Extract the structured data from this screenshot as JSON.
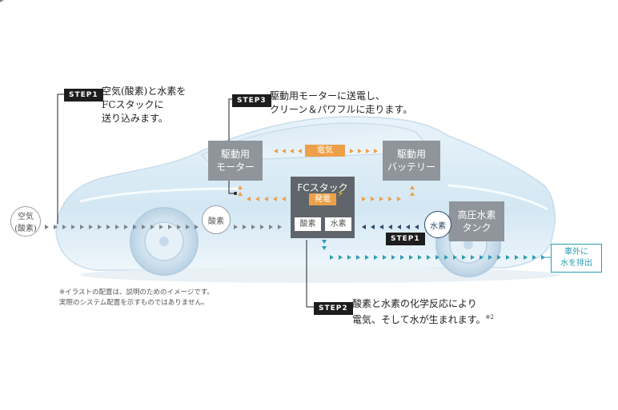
{
  "step1_top": {
    "tag": "STEP1",
    "line1": "空気(酸素)と水素を",
    "line2": "FCスタックに",
    "line3": "送り込みます。"
  },
  "step3": {
    "tag": "STEP3",
    "line1": "駆動用モーターに送電し、",
    "line2": "クリーン＆パワフルに走ります。"
  },
  "step2": {
    "tag": "STEP2",
    "line1": "酸素と水素の化学反応により",
    "line2": "電気、そして水が生まれます。",
    "sup": "※2"
  },
  "step1_right": {
    "tag": "STEP1"
  },
  "motor": {
    "line1": "駆動用",
    "line2": "モーター"
  },
  "battery": {
    "line1": "駆動用",
    "line2": "バッテリー"
  },
  "electricity_label": "電気",
  "fc_stack": {
    "title": "FCスタック",
    "generate": "発電",
    "oxygen": "酸素",
    "hydrogen": "水素"
  },
  "tank": {
    "line1": "高圧水素",
    "line2": "タンク"
  },
  "air_circle": {
    "line1": "空気",
    "line2": "(酸素)"
  },
  "oxygen_circle": "酸素",
  "hydrogen_circle": "水素",
  "outlet": {
    "line1": "車外に",
    "line2": "水を排出"
  },
  "note": {
    "line1": "※イラストの配置は、説明のためのイメージです。",
    "line2": "実際のシステム配置を示すものではありません。"
  },
  "colors": {
    "orange": "#eda04a",
    "gray_box": "#8f959a",
    "fc_box": "#5f656a",
    "water_blue": "#2a9db4",
    "air_gray": "#7d8388",
    "hydrogen_navy": "#2b4a6b"
  }
}
